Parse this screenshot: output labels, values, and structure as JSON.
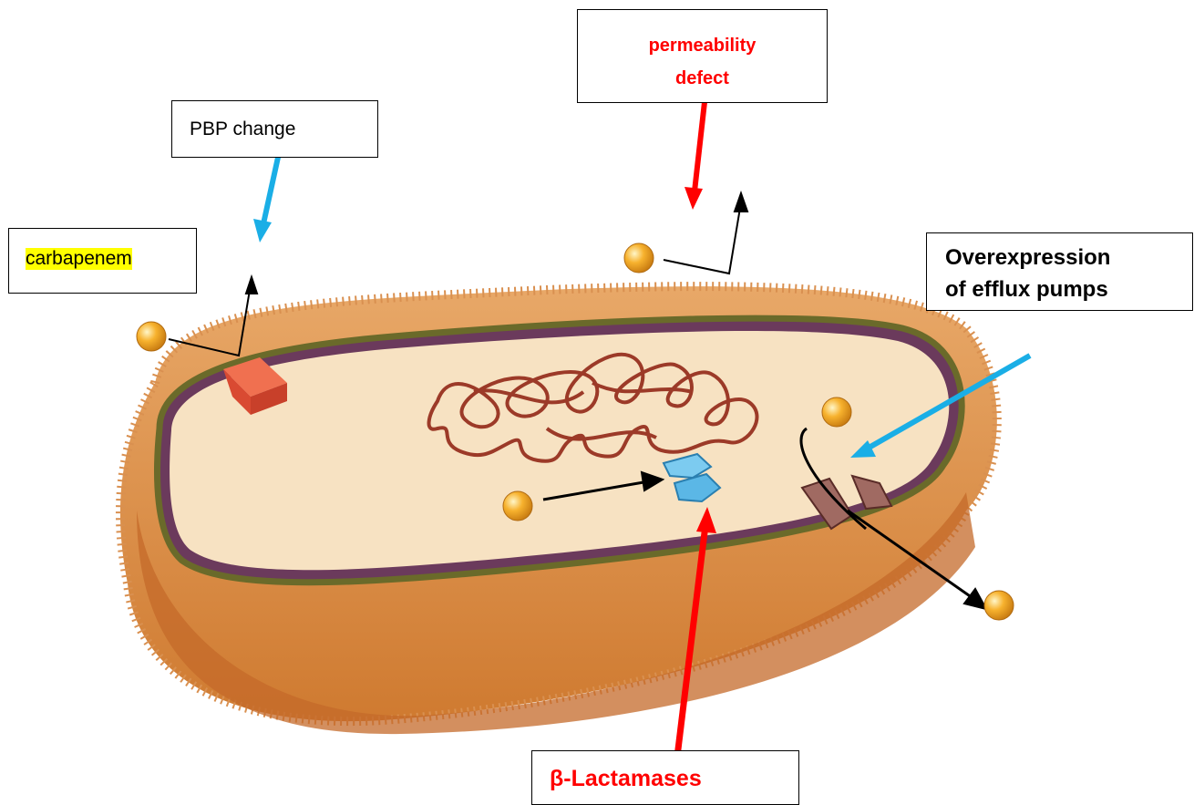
{
  "labels": {
    "permeability_line1": "permeability",
    "permeability_line2": "defect",
    "pbp_change": "PBP change",
    "carbapenem": "carbapenem",
    "efflux_line1": "Overexpression",
    "efflux_line2": "of efflux pumps",
    "lactamases": "β-Lactamases"
  },
  "colors": {
    "red_arrow": "#ff0000",
    "blue_arrow": "#1aaee6",
    "black_arrow": "#000000",
    "capsule": "#dd8a42",
    "cytoplasm": "#f7e2c2",
    "membrane": "#6b3a5c",
    "dna": "#9c3a28",
    "pbp": "#e4553a",
    "enzyme": "#5bb7e6",
    "molecule": "#f5a623",
    "highlight": "#ffff00"
  }
}
